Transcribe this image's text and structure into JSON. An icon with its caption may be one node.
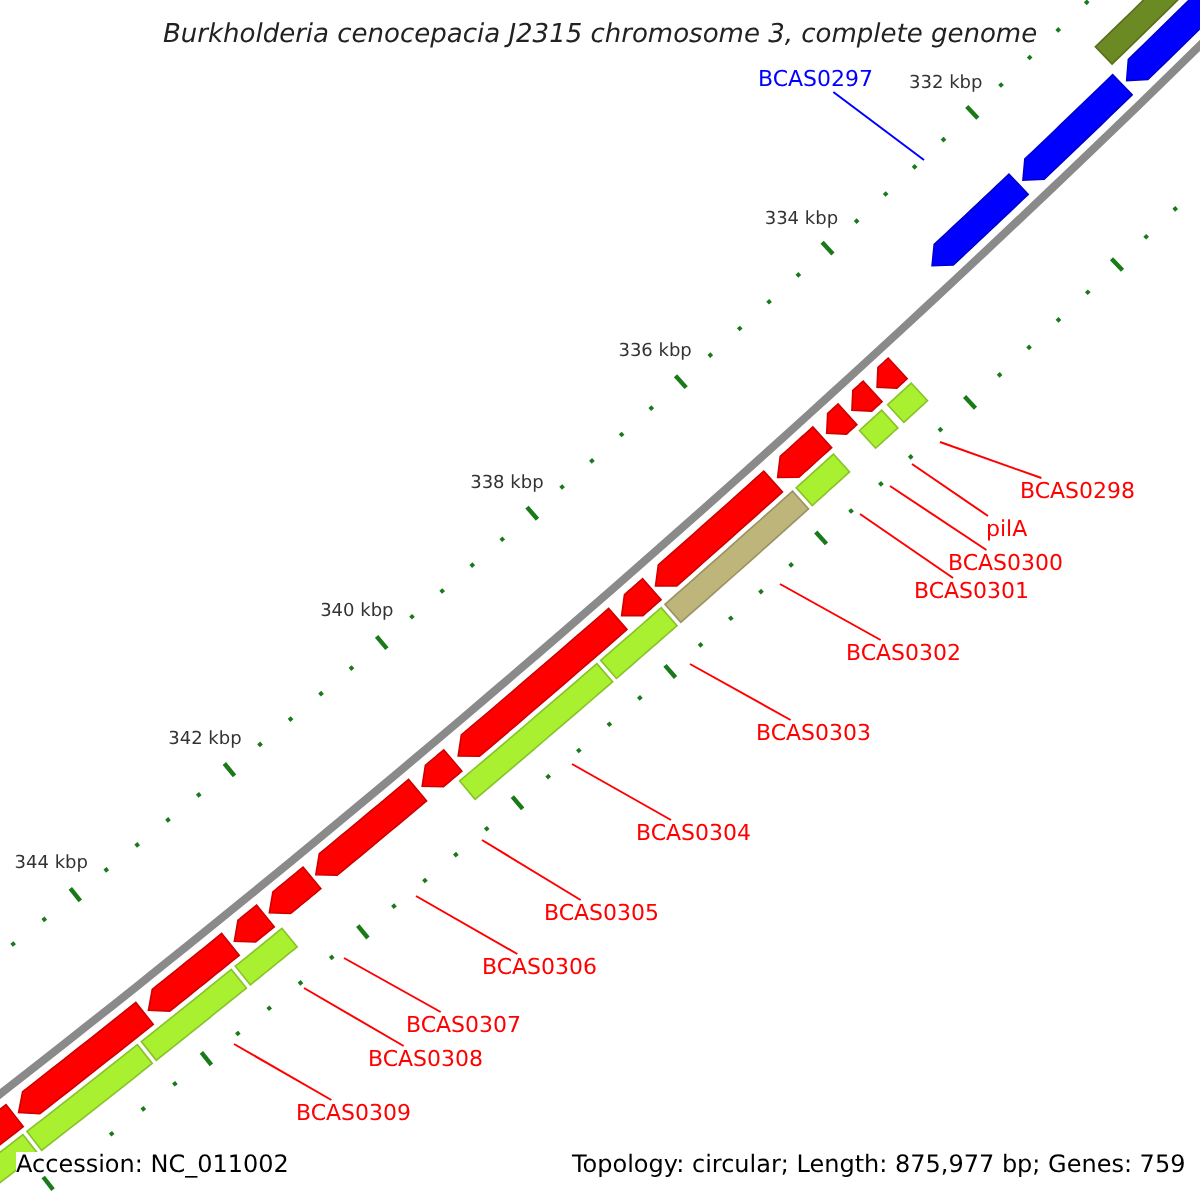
{
  "diagram": {
    "title": "Burkholderia cenocepacia J2315 chromosome 3, complete genome",
    "nodes": [
      {
        "text": [
          "BCAS0297"
        ]
      },
      {
        "text": [
          "BCAS0298"
        ]
      },
      {
        "text": [
          "pilA"
        ]
      },
      {
        "text": [
          "BCAS0300"
        ]
      },
      {
        "text": [
          "BCAS0301"
        ]
      },
      {
        "text": [
          "BCAS0302"
        ]
      },
      {
        "text": [
          "BCAS0303"
        ]
      },
      {
        "text": [
          "BCAS0304"
        ]
      },
      {
        "text": [
          "BCAS0305"
        ]
      },
      {
        "text": [
          "BCAS0306"
        ]
      },
      {
        "text": [
          "BCAS0307"
        ]
      },
      {
        "text": [
          "BCAS0308"
        ]
      },
      {
        "text": [
          "BCAS0309"
        ]
      }
    ],
    "edges": [
      {
        "from": 0,
        "to": null,
        "arrow": "none",
        "color": "#0000ff"
      },
      {
        "from": 1,
        "to": null,
        "arrow": "none"
      },
      {
        "from": 2,
        "to": null,
        "arrow": "none"
      },
      {
        "from": 3,
        "to": null,
        "arrow": "none"
      },
      {
        "from": 4,
        "to": null,
        "arrow": "none"
      },
      {
        "from": 5,
        "to": null,
        "arrow": "none"
      },
      {
        "from": 6,
        "to": null,
        "arrow": "none"
      },
      {
        "from": 7,
        "to": null,
        "arrow": "none"
      },
      {
        "from": 8,
        "to": null,
        "arrow": "none"
      },
      {
        "from": 9,
        "to": null,
        "arrow": "none"
      },
      {
        "from": 10,
        "to": null,
        "arrow": "none"
      },
      {
        "from": 11,
        "to": null,
        "arrow": "none"
      },
      {
        "from": 12,
        "to": null,
        "arrow": "none"
      }
    ],
    "labels": [
      "332 kbp",
      "334 kbp",
      "336 kbp",
      "338 kbp",
      "340 kbp",
      "342 kbp",
      "344 kbp",
      "Accession: NC_011002",
      "Topology: circular; Length: 875,977 bp; Genes: 759"
    ]
  }
}
